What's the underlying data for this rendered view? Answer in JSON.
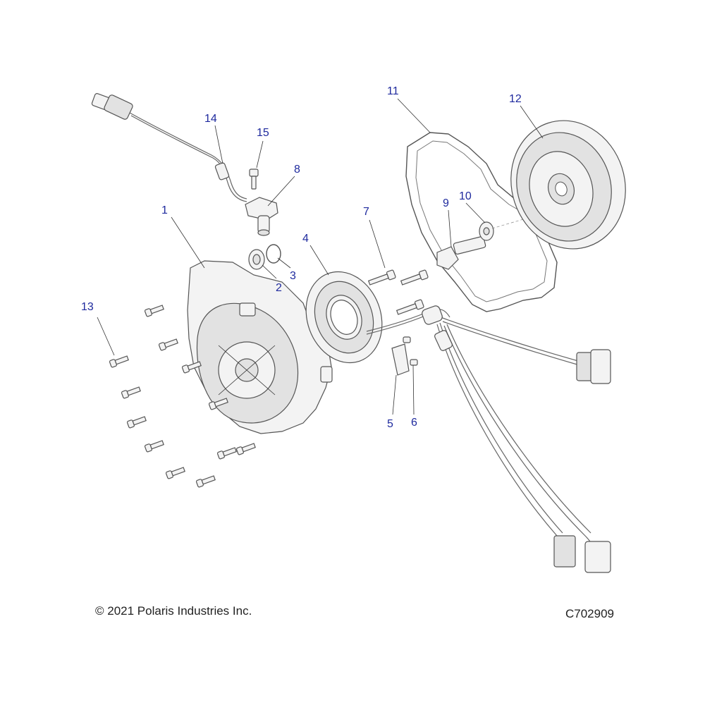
{
  "callouts": {
    "c1": "1",
    "c2": "2",
    "c3": "3",
    "c4": "4",
    "c5": "5",
    "c6": "6",
    "c7": "7",
    "c8": "8",
    "c9": "9",
    "c10": "10",
    "c11": "11",
    "c12": "12",
    "c13": "13",
    "c14": "14",
    "c15": "15"
  },
  "footer": {
    "copyright": "© 2021 Polaris Industries Inc.",
    "drawing_number": "C702909"
  },
  "colors": {
    "callout": "#1f2a9e",
    "line": "#555555",
    "fill": "#f3f3f3"
  }
}
